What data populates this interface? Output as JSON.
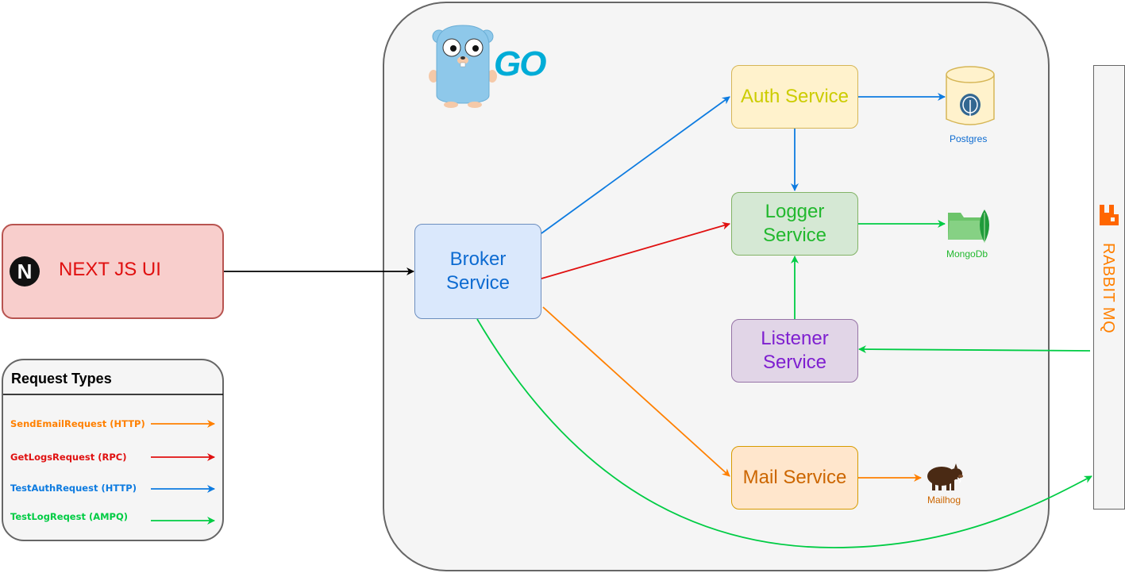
{
  "ui": {
    "next_label": "NEXT JS UI",
    "next_logo": "N",
    "go_text": "GO",
    "broker": [
      "Broker",
      "Service"
    ],
    "auth": "Auth Service",
    "logger": [
      "Logger",
      "Service"
    ],
    "listener": [
      "Listener",
      "Service"
    ],
    "mail": "Mail Service",
    "rabbit": "RABBIT MQ",
    "postgres": "Postgres",
    "mongodb": "MongoDb",
    "mailhog": "Mailhog",
    "legend_title": "Request Types",
    "legend": [
      {
        "label": "SendEmailRequest (HTTP)",
        "color": "#ff8000"
      },
      {
        "label": "GetLogsRequest (RPC)",
        "color": "#e01010"
      },
      {
        "label": "TestAuthRequest (HTTP)",
        "color": "#0d7be0"
      },
      {
        "label": "TestLogReqest (AMPQ)",
        "color": "#00cc44"
      }
    ]
  },
  "colors": {
    "http_send": "#ff8000",
    "rpc": "#e01010",
    "http_auth": "#0d7be0",
    "ampq": "#00cc44",
    "black": "#000000"
  },
  "icons": [
    "go-gopher-icon",
    "nextjs-icon",
    "postgres-icon",
    "mongodb-icon",
    "mailhog-icon",
    "rabbitmq-icon"
  ]
}
